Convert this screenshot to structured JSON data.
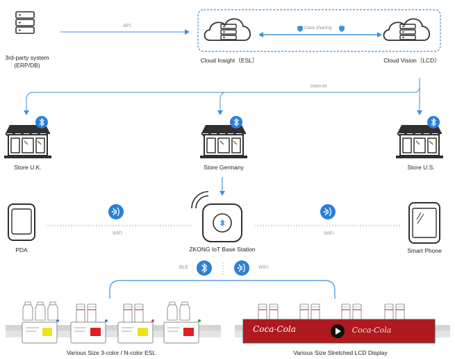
{
  "top": {
    "third_party_line1": "3rd-party system",
    "third_party_line2": "(ERP/DB)",
    "api_label": "API",
    "data_sharing_label": "Data sharing",
    "cloud_insight_label": "Cloud Insight（ESL）",
    "cloud_vision_label": "Cloud Vision（LCD）",
    "internet_label": "Internet"
  },
  "stores": [
    {
      "label": "Store U.K."
    },
    {
      "label": "Store Germany"
    },
    {
      "label": "Store U.S."
    }
  ],
  "devices": {
    "pda_label": "PDA",
    "base_station_label": "ZKONG IoT Base Station",
    "smartphone_label": "Smart Phone",
    "wifi_left_label": "WiFi",
    "wifi_right_label": "WiFi",
    "ble_label": "BLE",
    "wifi_center_label": "WiFi"
  },
  "bottom": {
    "esl_label": "Various Size 3-color / N-color ESL",
    "lcd_label": "Various Size Stretched LCD Display",
    "lcd_brand_text": "Coca-Cola"
  },
  "colors": {
    "accent_blue": "#3d8fe0",
    "badge_blue": "#2b7fd8",
    "icon_dark": "#2f2f2f",
    "shelf_gray": "#c8c8c8",
    "lcd_red": "#b0191e",
    "tag_yellow": "#f0e020",
    "tag_red": "#e02020"
  }
}
